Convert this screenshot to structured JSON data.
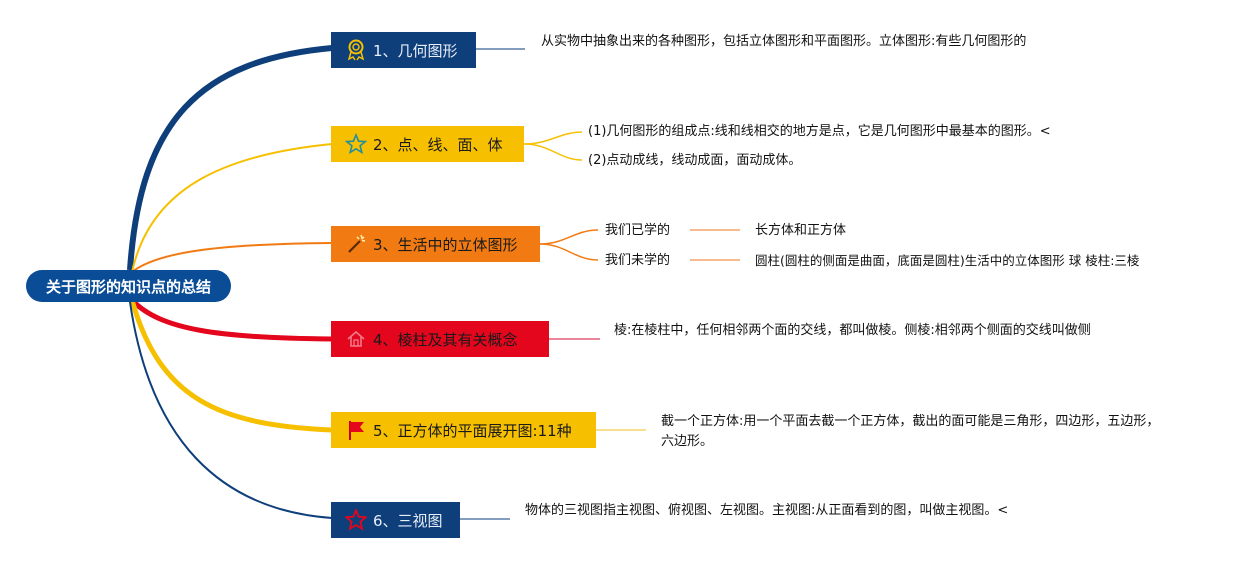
{
  "root": {
    "label": "关于图形的知识点的总结"
  },
  "branches": [
    {
      "label": "1、几何图形",
      "icon": "ribbon-award-icon",
      "color": "#0e3f7a"
    },
    {
      "label": "2、点、线、面、体",
      "icon": "star-outline-icon",
      "color": "#f6c000"
    },
    {
      "label": "3、生活中的立体图形",
      "icon": "magic-wand-icon",
      "color": "#f27a12"
    },
    {
      "label": "4、棱柱及其有关概念",
      "icon": "house-icon",
      "color": "#e3061d"
    },
    {
      "label": "5、正方体的平面展开图:11种",
      "icon": "flag-icon",
      "color": "#f6c000"
    },
    {
      "label": "6、三视图",
      "icon": "star-red-icon",
      "color": "#0e3f7a"
    }
  ],
  "details": {
    "b1": "从实物中抽象出来的各种图形，包括立体图形和平面图形。立体图形:有些几何图形的",
    "b2a": "(1)几何图形的组成点:线和线相交的地方是点，它是几何图形中最基本的图形。<",
    "b2b": "(2)点动成线，线动成面，面动成体。",
    "b3a": "我们已学的",
    "b3a_child": "长方体和正方体",
    "b3b": "我们未学的",
    "b3b_child": "圆柱(圆柱的侧面是曲面，底面是圆柱)生活中的立体图形 球 棱柱:三棱",
    "b4": "棱:在棱柱中，任何相邻两个面的交线，都叫做棱。侧棱:相邻两个侧面的交线叫做侧",
    "b5": "截一个正方体:用一个平面去截一个正方体，截出的面可能是三角形，四边形，五边形，六边形。",
    "b6": "物体的三视图指主视图、俯视图、左视图。主视图:从正面看到的图，叫做主视图。<"
  }
}
